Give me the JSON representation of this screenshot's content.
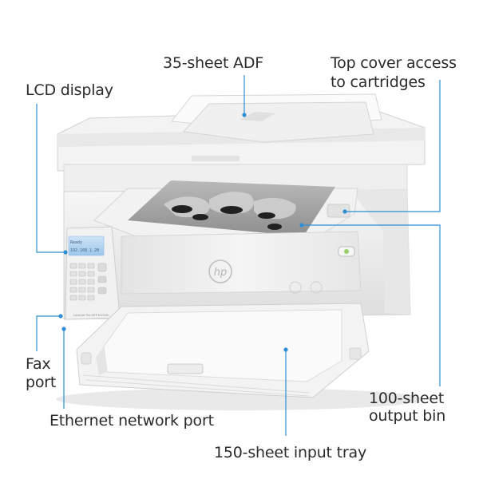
{
  "callouts": {
    "adf": "35-sheet ADF",
    "top_cover_line1": "Top cover access",
    "top_cover_line2": "to cartridges",
    "lcd": "LCD display",
    "fax_line1": "Fax",
    "fax_line2": "port",
    "ethernet": "Ethernet network port",
    "output_bin_line1": "100-sheet",
    "output_bin_line2": "output bin",
    "input_tray": "150-sheet input tray"
  },
  "printer": {
    "brand_logo": "hp",
    "model_text": "LaserJet Pro MFP M130fn",
    "screen_line1": "Ready",
    "screen_line2": "192.168.1.20"
  },
  "colors": {
    "callout_line": "#2d8fd5",
    "printer_body": "#ececec",
    "text": "#2b2b2b"
  }
}
